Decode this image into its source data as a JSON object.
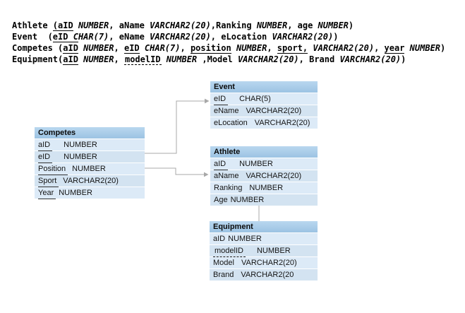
{
  "title_block": {
    "lines": [
      {
        "id": "athlete-def",
        "segments": [
          {
            "t": "Athlete "
          },
          {
            "t": "(aID",
            "u": "solid"
          },
          {
            "t": " "
          },
          {
            "t": "NUMBER",
            "i": true
          },
          {
            "t": ", aName "
          },
          {
            "t": "VARCHAR2(20)",
            "i": true
          },
          {
            "t": ",Ranking "
          },
          {
            "t": "NUMBER",
            "i": true
          },
          {
            "t": ", age "
          },
          {
            "t": "NUMBER",
            "i": true
          },
          {
            "t": ")"
          }
        ]
      },
      {
        "id": "event-def",
        "segments": [
          {
            "t": "Event  ("
          },
          {
            "t": "eID ",
            "u": "solid"
          },
          {
            "t": "C",
            "i": true,
            "u": "solid"
          },
          {
            "t": "HAR(7)",
            "i": true
          },
          {
            "t": ", eName "
          },
          {
            "t": "VARCHAR2(20)",
            "i": true
          },
          {
            "t": ", eLocation "
          },
          {
            "t": "VARCHAR2(20)",
            "i": true
          },
          {
            "t": ")"
          }
        ]
      },
      {
        "id": "competes-def",
        "segments": [
          {
            "t": "Competes ("
          },
          {
            "t": "aID",
            "u": "solid"
          },
          {
            "t": " "
          },
          {
            "t": "NUMBER",
            "i": true
          },
          {
            "t": ", "
          },
          {
            "t": "eID",
            "u": "solid"
          },
          {
            "t": " "
          },
          {
            "t": "CHAR(7)",
            "i": true
          },
          {
            "t": ", "
          },
          {
            "t": "position",
            "u": "solid"
          },
          {
            "t": " "
          },
          {
            "t": "NUMBER",
            "i": true
          },
          {
            "t": ", "
          },
          {
            "t": "sport,",
            "u": "solid"
          },
          {
            "t": " "
          },
          {
            "t": "VARCHAR2(20)",
            "i": true
          },
          {
            "t": ", "
          },
          {
            "t": "year",
            "u": "solid"
          },
          {
            "t": " "
          },
          {
            "t": "NUMBER",
            "i": true
          },
          {
            "t": ")"
          }
        ]
      },
      {
        "id": "equipment-def",
        "segments": [
          {
            "t": "Equipment("
          },
          {
            "t": "aID",
            "u": "solid"
          },
          {
            "t": " "
          },
          {
            "t": "NUMBER",
            "i": true
          },
          {
            "t": ", "
          },
          {
            "t": "modelID",
            "u": "dashed"
          },
          {
            "t": " "
          },
          {
            "t": "NUMBER",
            "i": true
          },
          {
            "t": " ,Model "
          },
          {
            "t": "VARCHAR2(20)",
            "i": true
          },
          {
            "t": ", Brand "
          },
          {
            "t": "VARCHAR2(20)",
            "i": true
          },
          {
            "t": ")"
          }
        ]
      }
    ]
  },
  "tables": [
    {
      "id": "competes",
      "title": "Competes",
      "rows": [
        {
          "name": "aID",
          "type": "NUMBER",
          "underline": "solid",
          "gap": "lg"
        },
        {
          "name": "eID",
          "type": "NUMBER",
          "underline": "solid",
          "gap": "lg"
        },
        {
          "name": "Position",
          "type": "NUMBER",
          "underline": "solid",
          "gap": "sm"
        },
        {
          "name": "Sport",
          "type": "VARCHAR2(20)",
          "underline": "solid",
          "gap": "sm"
        },
        {
          "name": "Year",
          "type": "NUMBER",
          "underline": "solid",
          "gap": "xs"
        }
      ]
    },
    {
      "id": "event",
      "title": "Event",
      "rows": [
        {
          "name": "eID",
          "type": "CHAR(5)",
          "underline": "solid",
          "gap": "lg"
        },
        {
          "name": "eName",
          "type": "VARCHAR2(20)",
          "underline": "none",
          "gap": "md"
        },
        {
          "name": "eLocation",
          "type": "VARCHAR2(20)",
          "underline": "none",
          "gap": "md"
        }
      ]
    },
    {
      "id": "athlete",
      "title": "Athlete",
      "rows": [
        {
          "name": "aID",
          "type": "NUMBER",
          "underline": "solid",
          "gap": "lg"
        },
        {
          "name": "aName",
          "type": "VARCHAR2(20)",
          "underline": "none",
          "gap": "md"
        },
        {
          "name": "Ranking",
          "type": "NUMBER",
          "underline": "none",
          "gap": "md"
        },
        {
          "name": "Age",
          "type": "NUMBER",
          "underline": "none",
          "gap": "xs"
        }
      ]
    },
    {
      "id": "equipment",
      "title": "Equipment",
      "rows": [
        {
          "name": "aID",
          "type": "NUMBER",
          "underline": "none",
          "gap": "xs"
        },
        {
          "name": "modelID",
          "type": "NUMBER",
          "underline": "dashed",
          "gap": "lg"
        },
        {
          "name": "Model",
          "type": "VARCHAR2(20)",
          "underline": "none",
          "gap": "md"
        },
        {
          "name": "Brand",
          "type": "VARCHAR2(20",
          "underline": "none",
          "gap": "md"
        }
      ]
    }
  ],
  "colors": {
    "header_top": "#b9d7ef",
    "header_bottom": "#9cc3e3",
    "row_odd": "#dceaf7",
    "row_even": "#d3e3f1",
    "connector": "#a8a8a8",
    "text": "#000000"
  }
}
